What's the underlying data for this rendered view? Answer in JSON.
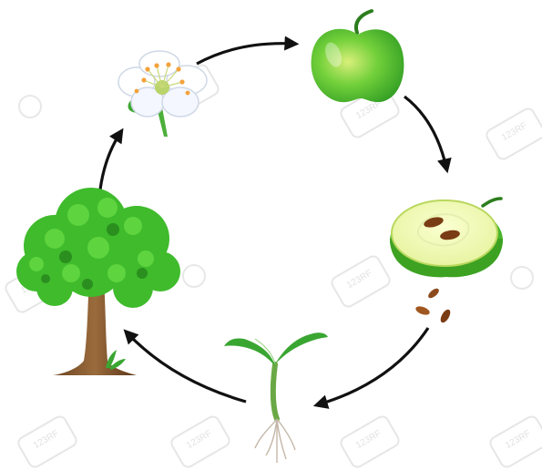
{
  "diagram": {
    "stages": [
      {
        "name": "flower-icon"
      },
      {
        "name": "apple-icon"
      },
      {
        "name": "apple-half-icon"
      },
      {
        "name": "seeds-icon"
      },
      {
        "name": "seedling-icon"
      },
      {
        "name": "tree-icon"
      }
    ],
    "arrow_color": "#111111",
    "leaf_green": "#3cb82e",
    "apple_green": "#55c935"
  },
  "watermarks": [
    "123RF",
    "123RF",
    "123RF",
    "123RF",
    "123RF",
    "123RF",
    "123RF",
    "123RF",
    "123RF"
  ]
}
